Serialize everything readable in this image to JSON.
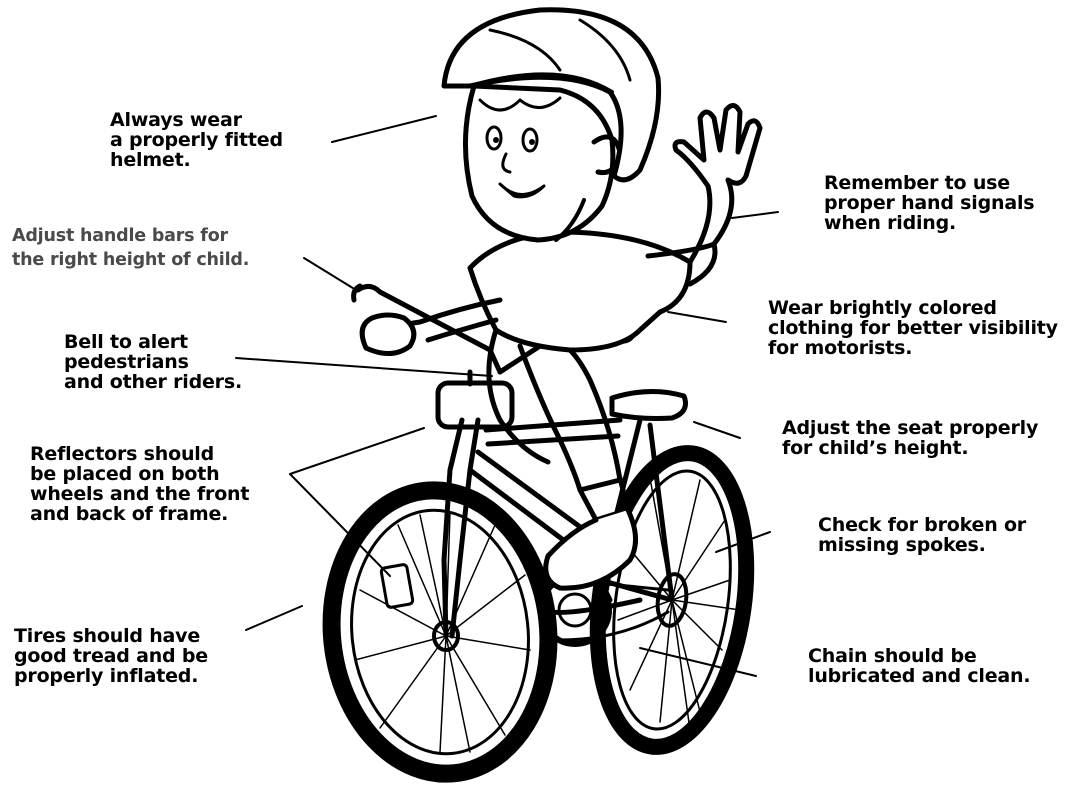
{
  "labels": {
    "helmet": "Always wear\na properly fitted\nhelmet.",
    "handle_bars": "Adjust handle bars for\nthe right height of child.",
    "bell": "Bell to alert\npedestrians\nand other riders.",
    "reflectors": "Reflectors should\nbe placed on both\nwheels and the front\nand back of frame.",
    "tires": "Tires should have\ngood tread and be\nproperly inflated.",
    "hand_signals": "Remember to use\nproper hand signals\nwhen riding.",
    "clothing": "Wear brightly colored\nclothing for better visibility\nfor motorists.",
    "seat": "Adjust the seat properly\nfor child’s height.",
    "spokes": "Check for broken or\nmissing spokes.",
    "chain": "Chain should be\nlubricated and clean."
  },
  "colors": {
    "ink": "#000000",
    "muted_text": "#4a4a4a",
    "background": "#ffffff"
  }
}
